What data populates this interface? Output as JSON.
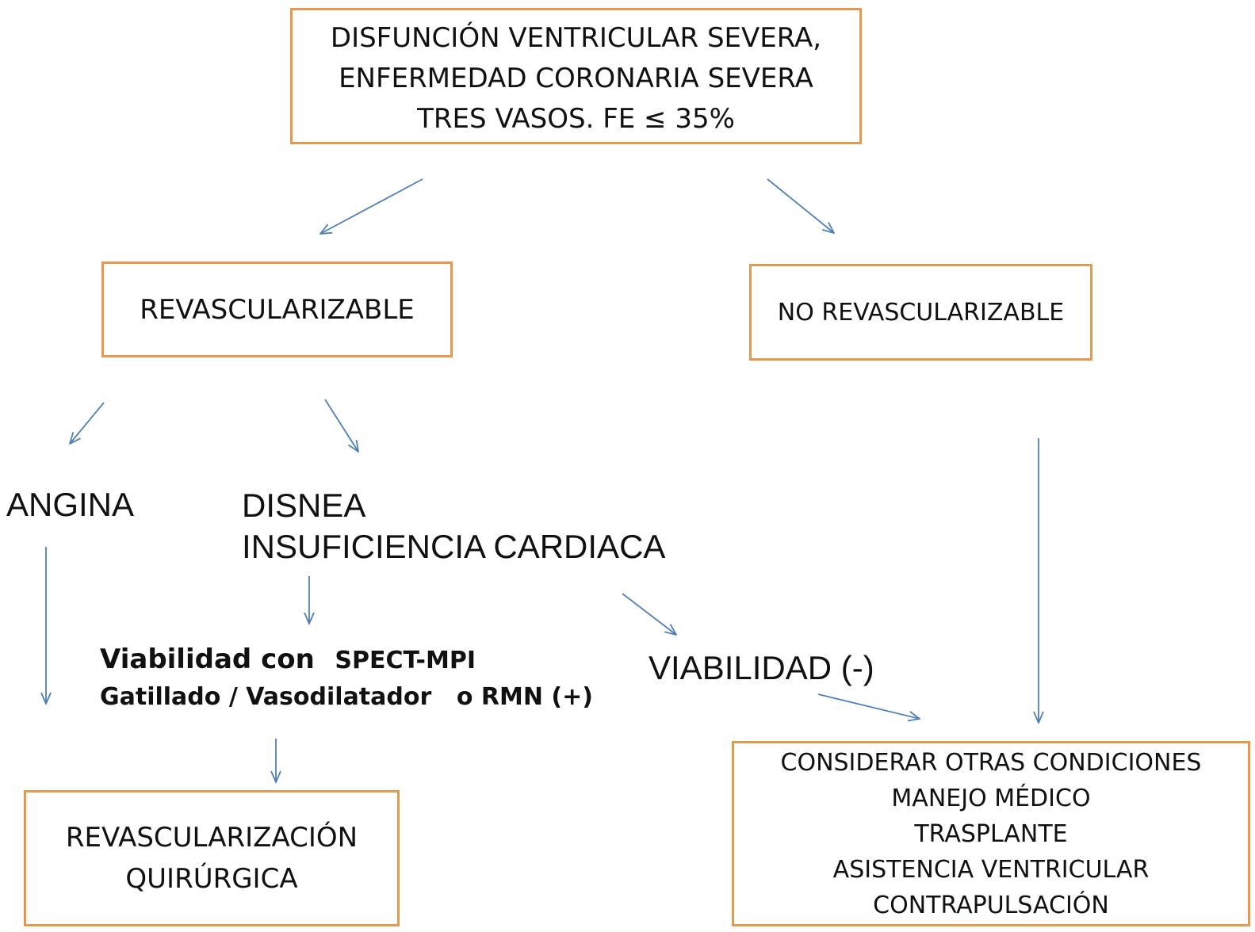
{
  "boxes": {
    "top": [
      "DISFUNCIÓN VENTRICULAR SEVERA,",
      "ENFERMEDAD CORONARIA SEVERA",
      "TRES VASOS. FE ≤ 35%"
    ],
    "revascularizable": "REVASCULARIZABLE",
    "no_revascularizable": "NO REVASCULARIZABLE",
    "revascularizacion": [
      "REVASCULARIZACIÓN",
      "QUIRÚRGICA"
    ],
    "considerar": [
      "CONSIDERAR OTRAS CONDICIONES",
      "MANEJO MÉDICO",
      "TRASPLANTE",
      "ASISTENCIA VENTRICULAR",
      "CONTRAPULSACIÓN"
    ]
  },
  "labels": {
    "angina": "ANGINA",
    "disnea": [
      "DISNEA",
      "INSUFICIENCIA CARDIACA"
    ],
    "viabilidad_pos": {
      "line1_a": "Viabilidad con",
      "line1_b": "SPECT-MPI",
      "line2_a": "Gatillado / Vasodilatador",
      "line2_b": "o RMN (+)"
    },
    "viabilidad_neg": "VIABILIDAD (-)"
  },
  "colors": {
    "box_border": "#e39a4f",
    "arrow": "#4f7fba",
    "text": "#111111"
  }
}
